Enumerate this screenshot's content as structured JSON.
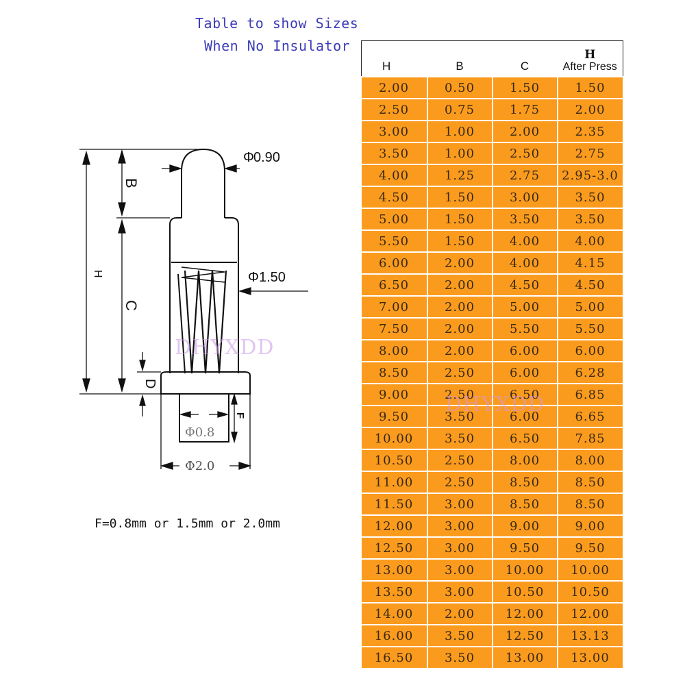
{
  "title": {
    "line1": "Table to show Sizes",
    "line2": "When No Insulator"
  },
  "table": {
    "headers": {
      "h": "H",
      "b": "B",
      "c": "C",
      "after_top": "H",
      "after_sub": "After Press"
    },
    "rows": [
      [
        "2.00",
        "0.50",
        "1.50",
        "1.50"
      ],
      [
        "2.50",
        "0.75",
        "1.75",
        "2.00"
      ],
      [
        "3.00",
        "1.00",
        "2.00",
        "2.35"
      ],
      [
        "3.50",
        "1.00",
        "2.50",
        "2.75"
      ],
      [
        "4.00",
        "1.25",
        "2.75",
        "2.95-3.0"
      ],
      [
        "4.50",
        "1.50",
        "3.00",
        "3.50"
      ],
      [
        "5.00",
        "1.50",
        "3.50",
        "3.50"
      ],
      [
        "5.50",
        "1.50",
        "4.00",
        "4.00"
      ],
      [
        "6.00",
        "2.00",
        "4.00",
        "4.15"
      ],
      [
        "6.50",
        "2.00",
        "4.50",
        "4.50"
      ],
      [
        "7.00",
        "2.00",
        "5.00",
        "5.00"
      ],
      [
        "7.50",
        "2.00",
        "5.50",
        "5.50"
      ],
      [
        "8.00",
        "2.00",
        "6.00",
        "6.00"
      ],
      [
        "8.50",
        "2.50",
        "6.00",
        "6.28"
      ],
      [
        "9.00",
        "2.50",
        "6.50",
        "6.85"
      ],
      [
        "9.50",
        "3.50",
        "6.00",
        "6.65"
      ],
      [
        "10.00",
        "3.50",
        "6.50",
        "7.85"
      ],
      [
        "10.50",
        "2.50",
        "8.00",
        "8.00"
      ],
      [
        "11.00",
        "2.50",
        "8.50",
        "8.50"
      ],
      [
        "11.50",
        "3.00",
        "8.50",
        "8.50"
      ],
      [
        "12.00",
        "3.00",
        "9.00",
        "9.00"
      ],
      [
        "12.50",
        "3.00",
        "9.50",
        "9.50"
      ],
      [
        "13.00",
        "3.00",
        "10.00",
        "10.00"
      ],
      [
        "13.50",
        "3.00",
        "10.50",
        "10.50"
      ],
      [
        "14.00",
        "2.00",
        "12.00",
        "12.00"
      ],
      [
        "16.00",
        "3.50",
        "12.50",
        "13.13"
      ],
      [
        "16.50",
        "3.50",
        "13.00",
        "13.00"
      ]
    ]
  },
  "drawing": {
    "tip_dia": "0.90",
    "body_dia": "1.50",
    "phi_symbol": "Φ",
    "inner_dia": "Φ0.8",
    "base_dia": "Φ2.0",
    "label_b": "B",
    "label_c": "C",
    "label_h": "H",
    "label_d": "D",
    "label_f": "F"
  },
  "formula": "F=0.8mm or 1.5mm or 2.0mm",
  "watermark": "DHYXDD",
  "colors": {
    "cell_fill": "#fb9b1e",
    "title_text": "#3b3bb8",
    "watermark": "#c896e6"
  }
}
